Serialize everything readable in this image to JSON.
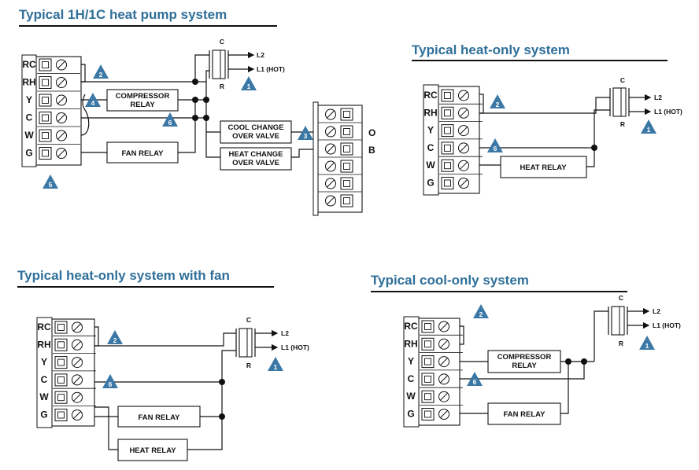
{
  "colors": {
    "title": "#2f6f99",
    "badge": "#3b78a6",
    "line": "#111111"
  },
  "terminals": [
    "RC",
    "RH",
    "Y",
    "C",
    "W",
    "G"
  ],
  "transformer": {
    "top": "C",
    "bottom": "R",
    "l2": "L2",
    "l1": "L1 (HOT)"
  },
  "ob_labels": {
    "o": "O",
    "b": "B"
  },
  "diagrams": {
    "heat_pump": {
      "title": "Typical 1H/1C heat pump system",
      "compressor_relay": [
        "COMPRESSOR",
        "RELAY"
      ],
      "fan_relay": "FAN RELAY",
      "cool_valve": [
        "COOL CHANGE",
        "OVER VALVE"
      ],
      "heat_valve": [
        "HEAT CHANGE",
        "OVER VALVE"
      ],
      "badges": [
        "1",
        "2",
        "3",
        "4",
        "5",
        "6"
      ]
    },
    "heat_only": {
      "title": "Typical heat-only system",
      "heat_relay": "HEAT RELAY",
      "badges": [
        "1",
        "2",
        "6"
      ]
    },
    "heat_only_fan": {
      "title": "Typical heat-only system with fan",
      "fan_relay": "FAN RELAY",
      "heat_relay": "HEAT RELAY",
      "badges": [
        "1",
        "2",
        "6"
      ]
    },
    "cool_only": {
      "title": "Typical cool-only system",
      "compressor_relay": [
        "COMPRESSOR",
        "RELAY"
      ],
      "fan_relay": "FAN RELAY",
      "badges": [
        "1",
        "2",
        "6"
      ]
    }
  }
}
